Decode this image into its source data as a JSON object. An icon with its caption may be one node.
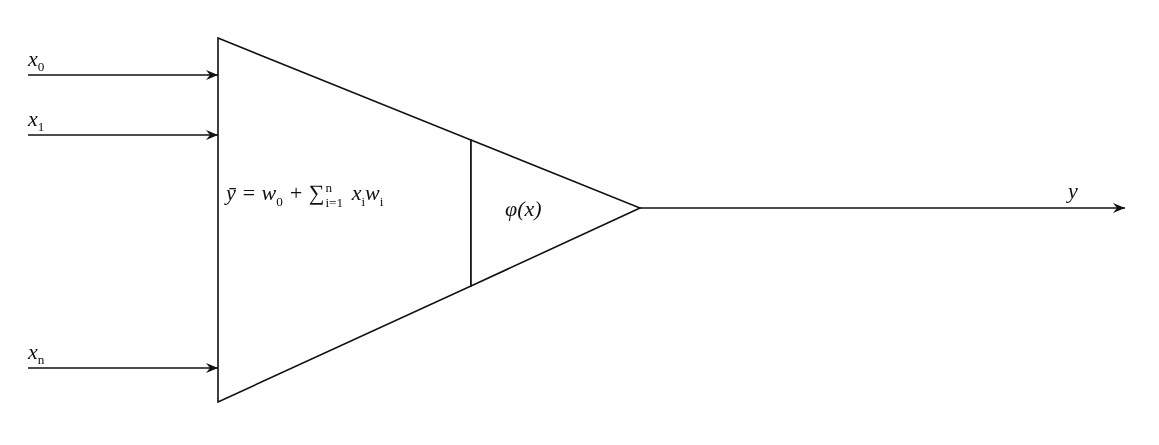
{
  "diagram": {
    "nodes": [
      {
        "text": [
          "ȳ = w$_{0}$ + ∑$^{n}$$_{i=1}$ x$_{i}$w$_{i}$"
        ]
      },
      {
        "text": [
          "φ(x)"
        ]
      }
    ],
    "edges": [
      {
        "from": null,
        "to": 0,
        "arrow": "to",
        "label": "x$_{0}$"
      },
      {
        "from": null,
        "to": 0,
        "arrow": "to",
        "label": "x$_{1}$"
      },
      {
        "from": null,
        "to": 0,
        "arrow": "to",
        "label": "x$_{n}$"
      },
      {
        "from": 1,
        "to": null,
        "arrow": "to",
        "label": "y"
      }
    ]
  }
}
